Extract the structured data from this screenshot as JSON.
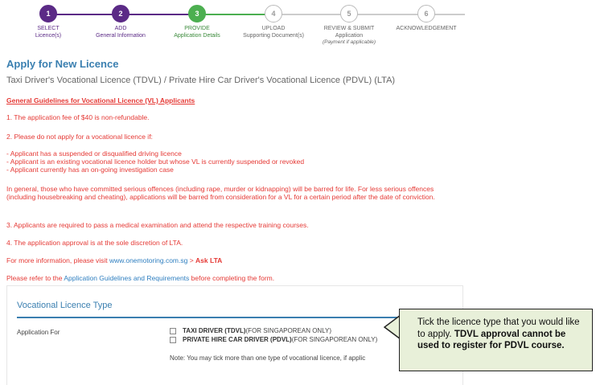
{
  "stepper": {
    "steps": [
      {
        "num": "1",
        "title": "SELECT",
        "sub": "Licence(s)",
        "state": "done"
      },
      {
        "num": "2",
        "title": "ADD",
        "sub": "General Information",
        "state": "done"
      },
      {
        "num": "3",
        "title": "PROVIDE",
        "sub": "Application Details",
        "state": "current"
      },
      {
        "num": "4",
        "title": "UPLOAD",
        "sub": "Supporting Document(s)",
        "state": "todo"
      },
      {
        "num": "5",
        "title": "REVIEW & SUBMIT",
        "sub": "Application",
        "note": "(Payment if applicable)",
        "state": "todo"
      },
      {
        "num": "6",
        "title": "ACKNOWLEDGEMENT",
        "sub": "",
        "state": "todo"
      }
    ]
  },
  "page": {
    "title": "Apply for New Licence",
    "subtitle": "Taxi Driver's Vocational Licence (TDVL) / Private Hire Car Driver's Vocational Licence (PDVL) (LTA)"
  },
  "guidelines": {
    "heading": "General Guidelines for Vocational Licence (VL) Applicants",
    "p1": "1. The application fee of $40 is non-refundable.",
    "p2": "2. Please do not apply for a vocational licence if:",
    "b1": "- Applicant has a suspended or disqualified driving licence",
    "b2": "- Applicant is an existing vocational licence holder but whose VL is currently suspended or revoked",
    "b3": "- Applicant currently has an on-going investigation case",
    "p_general": "In general, those who have committed serious offences (including rape, murder or kidnapping) will be barred for life. For less serious offences (including housebreaking and cheating), applications will be barred from consideration for a VL for a certain period after the date of conviction.",
    "p3": "3. Applicants are required to pass a medical examination and attend the respective training courses.",
    "p4": "4. The application approval is at the sole discretion of LTA.",
    "more_info_prefix": "For more information, please visit ",
    "more_info_link": "www.onemotoring.com.sg",
    "more_info_sep": " > ",
    "more_info_ask": "Ask LTA",
    "refer_prefix": "Please refer to the ",
    "refer_link": "Application Guidelines and Requirements",
    "refer_suffix": " before completing the form."
  },
  "form": {
    "section_title": "Vocational Licence Type",
    "field_label": "Application For",
    "opt1_bold": "TAXI DRIVER (TDVL)",
    "opt1_rest": " (FOR SINGAPOREAN ONLY)",
    "opt2_bold": "PRIVATE HIRE CAR DRIVER (PDVL)",
    "opt2_rest": " (FOR SINGAPOREAN ONLY)",
    "note": "Note: You may tick more than one type of vocational licence, if applic"
  },
  "callout": {
    "text": "Tick the licence type that you would like to apply. ",
    "bold": "TDVL approval cannot be used to register for PDVL course."
  },
  "colors": {
    "done": "#5b2a86",
    "current": "#4caf50",
    "accent": "#3a7fb0",
    "warning": "#e53935",
    "callout_bg": "#e8f0d9"
  }
}
